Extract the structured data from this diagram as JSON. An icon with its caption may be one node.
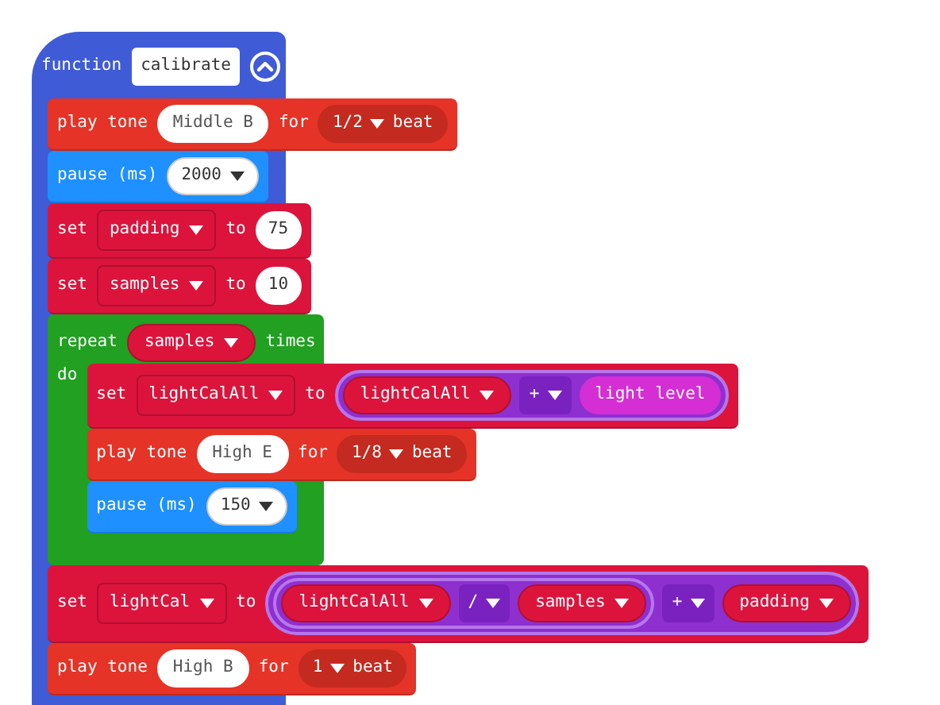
{
  "diagram": {
    "nodes": [
      {
        "text": [
          "function"
        ]
      },
      {
        "text": [
          "calibrate"
        ],
        "in": 0
      },
      {
        "text": [
          "play tone",
          "for"
        ]
      },
      {
        "text": [
          "Middle B"
        ]
      },
      {
        "text": [
          "1/2",
          "beat"
        ],
        "in": 2
      },
      {
        "text": [
          "pause (ms)"
        ],
        "in": 0
      },
      {
        "text": [
          "2000"
        ],
        "in": 5
      },
      {
        "text": [
          "set",
          "to"
        ],
        "in": 0
      },
      {
        "text": [
          "padding"
        ],
        "in": 7
      },
      {
        "text": [
          "75"
        ],
        "in": 7
      },
      {
        "text": [
          "set",
          "to"
        ],
        "in": 0
      },
      {
        "text": [
          "samples"
        ],
        "in": 10
      },
      {
        "text": [
          "10"
        ],
        "in": 10
      },
      {
        "text": [
          "repeat",
          "times",
          "do"
        ],
        "in": 0
      },
      {
        "text": [
          "samples"
        ],
        "in": 13
      },
      {
        "text": [
          "set",
          "to"
        ]
      },
      {
        "text": [
          "lightCalAll"
        ]
      },
      {
        "text": [],
        "shape": "box",
        "in": 15
      },
      {
        "text": [
          "lightCalAll"
        ],
        "in": 17
      },
      {
        "text": [
          "+"
        ],
        "in": 17
      },
      {
        "text": [
          "light level"
        ],
        "in": 17
      },
      {
        "text": [
          "play tone",
          "for"
        ]
      },
      {
        "text": [
          "High E"
        ]
      },
      {
        "text": [
          "1/8",
          "beat"
        ],
        "in": 21
      },
      {
        "text": [
          "pause (ms)"
        ],
        "in": 13
      },
      {
        "text": [
          "150"
        ],
        "in": 24
      },
      {
        "text": [
          "set",
          "to"
        ]
      },
      {
        "text": [
          "lightCal"
        ]
      },
      {
        "text": [],
        "shape": "box",
        "in": 26
      },
      {
        "text": [],
        "shape": "box",
        "in": 28
      },
      {
        "text": [
          "lightCalAll"
        ],
        "in": 29
      },
      {
        "text": [
          "/"
        ],
        "in": 29
      },
      {
        "text": [
          "samples"
        ],
        "in": 29
      },
      {
        "text": [
          "+"
        ],
        "in": 28
      },
      {
        "text": [
          "padding"
        ],
        "in": 28
      },
      {
        "text": [
          "play tone",
          "for"
        ]
      },
      {
        "text": [
          "High B"
        ]
      },
      {
        "text": [
          "1",
          "beat"
        ],
        "in": 35
      }
    ]
  }
}
